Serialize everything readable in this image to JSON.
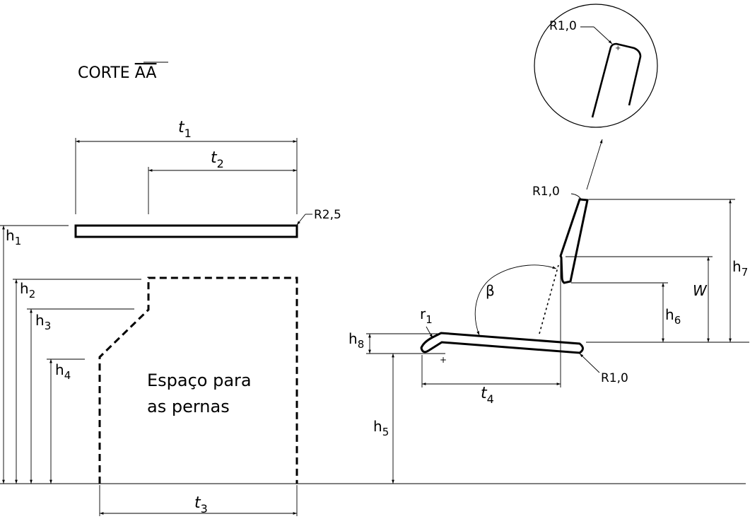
{
  "title": {
    "main": "CORTE ",
    "section": "AA"
  },
  "leg_space": {
    "line1": "Espaço para",
    "line2": "as pernas"
  },
  "dims": {
    "t1": {
      "base": "t",
      "sub": "1"
    },
    "t2": {
      "base": "t",
      "sub": "2"
    },
    "t3": {
      "base": "t",
      "sub": "3"
    },
    "t4": {
      "base": "t",
      "sub": "4"
    },
    "h1": {
      "base": "h",
      "sub": "1"
    },
    "h2": {
      "base": "h",
      "sub": "2"
    },
    "h3": {
      "base": "h",
      "sub": "3"
    },
    "h4": {
      "base": "h",
      "sub": "4"
    },
    "h5": {
      "base": "h",
      "sub": "5"
    },
    "h6": {
      "base": "h",
      "sub": "6"
    },
    "h7": {
      "base": "h",
      "sub": "7"
    },
    "h8": {
      "base": "h",
      "sub": "8"
    },
    "r1": {
      "base": "r",
      "sub": "1"
    },
    "w": "W",
    "beta": "β"
  },
  "radii": {
    "desk": "R2,5",
    "back_top": "R1,0",
    "seat_end": "R1,0",
    "detail": "R1,0"
  }
}
